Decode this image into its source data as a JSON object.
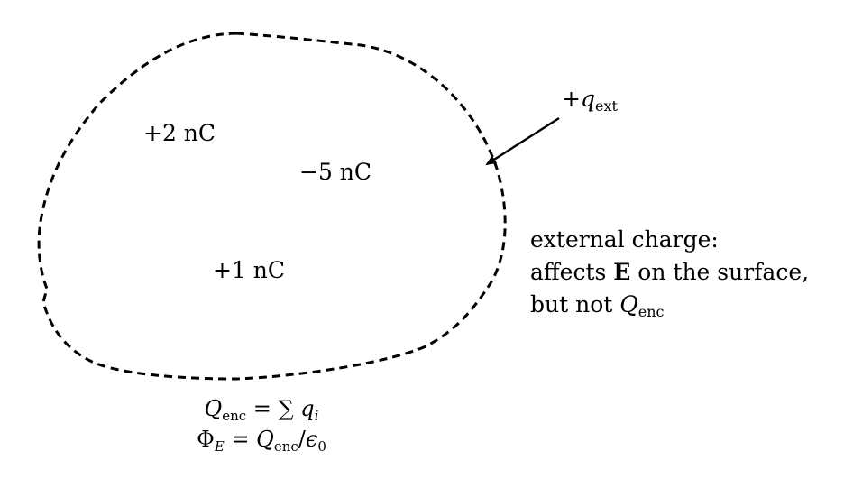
{
  "charges": {
    "q1": "+2 nC",
    "q2": "−5 nC",
    "q3": "+1 nC"
  },
  "external": {
    "sign": "+",
    "symbol": "q",
    "subscript": "ext"
  },
  "note": {
    "line1": "external charge:",
    "line2_pre": "affects ",
    "line2_bold": "E",
    "line2_post": " on the surface,",
    "line3_pre": "but not ",
    "line3_symbol": "Q",
    "line3_sub": "enc"
  },
  "equations": {
    "eq1_lhs": "Q",
    "eq1_sub": "enc",
    "eq1_rhs": " = ∑ ",
    "eq1_term": "q",
    "eq1_term_sub": "i",
    "eq2_lhs": "Φ",
    "eq2_sub": "E",
    "eq2_mid": " = ",
    "eq2_q": "Q",
    "eq2_qsub": "enc",
    "eq2_div": "/",
    "eq2_eps": "ϵ",
    "eq2_eps_sub": "0"
  }
}
